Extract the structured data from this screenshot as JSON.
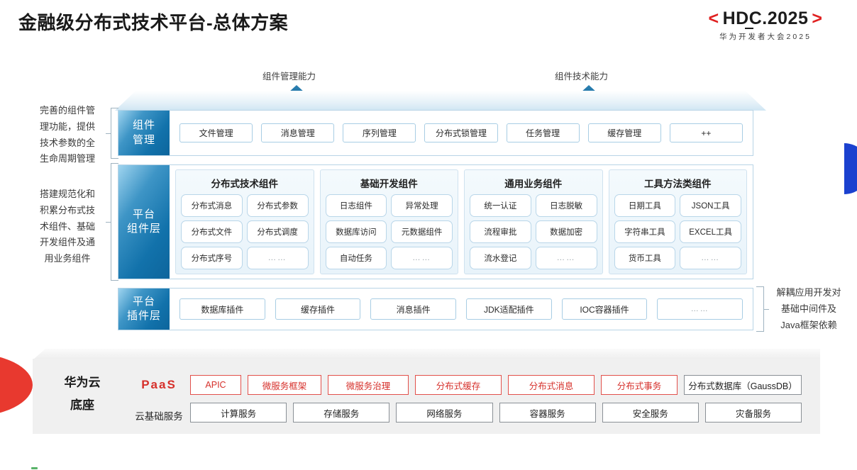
{
  "header": {
    "title": "金融级分布式技术平台-总体方案",
    "logo_bracket_left": "<",
    "logo_bracket_right": ">",
    "logo_text": "HDC.2025",
    "logo_sub": "华为开发者大会2025",
    "accent_red": "#e02020"
  },
  "arrows": {
    "left_label": "组件管理能力",
    "right_label": "组件技术能力"
  },
  "side_notes": {
    "left_top": "完善的组件管理功能，提供技术参数的全生命周期管理",
    "left_top_lines": [
      "完善的组件管",
      "理功能，提供",
      "技术参数的全",
      "生命周期管理"
    ],
    "left_bottom_lines": [
      "搭建规范化和",
      "积累分布式技",
      "术组件、基础",
      "开发组件及通",
      "用业务组件"
    ],
    "right_lines": [
      "解耦应用开发对",
      "基础中间件及",
      "Java框架依赖"
    ]
  },
  "layers": {
    "management": {
      "label_lines": [
        "组件",
        "管理"
      ],
      "chips": [
        "文件管理",
        "消息管理",
        "序列管理",
        "分布式锁管理",
        "任务管理",
        "缓存管理",
        "++"
      ]
    },
    "component": {
      "label_lines": [
        "平台",
        "组件层"
      ],
      "groups": [
        {
          "title": "分布式技术组件",
          "items": [
            "分布式消息",
            "分布式参数",
            "分布式文件",
            "分布式调度",
            "分布式序号",
            "……"
          ]
        },
        {
          "title": "基础开发组件",
          "items": [
            "日志组件",
            "异常处理",
            "数据库访问",
            "元数据组件",
            "自动任务",
            "……"
          ]
        },
        {
          "title": "通用业务组件",
          "items": [
            "统一认证",
            "日志脱敏",
            "流程审批",
            "数据加密",
            "流水登记",
            "……"
          ]
        },
        {
          "title": "工具方法类组件",
          "items": [
            "日期工具",
            "JSON工具",
            "字符串工具",
            "EXCEL工具",
            "货币工具",
            "……"
          ]
        }
      ]
    },
    "plugin": {
      "label_lines": [
        "平台",
        "插件层"
      ],
      "chips": [
        "数据库插件",
        "缓存插件",
        "消息插件",
        "JDK适配插件",
        "IOC容器插件",
        "……"
      ]
    }
  },
  "base": {
    "title_lines": [
      "华为云",
      "底座"
    ],
    "paas_label": "PaaS",
    "infra_label": "云基础服务",
    "paas_items": [
      {
        "text": "APIC",
        "style": "red"
      },
      {
        "text": "微服务框架",
        "style": "red"
      },
      {
        "text": "微服务治理",
        "style": "red"
      },
      {
        "text": "分布式缓存",
        "style": "red"
      },
      {
        "text": "分布式消息",
        "style": "red"
      },
      {
        "text": "分布式事务",
        "style": "red"
      },
      {
        "text": "分布式数据库（GaussDB）",
        "style": "gray"
      }
    ],
    "infra_items": [
      "计算服务",
      "存储服务",
      "网络服务",
      "容器服务",
      "安全服务",
      "灾备服务"
    ],
    "paas_accent": "#d6302b"
  },
  "theme": {
    "layer_label_blue": "#1272ab",
    "chip_border": "#a8cde4",
    "base_bg": "#f0f0f0",
    "arrow_blue": "#1a6fa3",
    "red_wedge": "#e8392f",
    "blue_arc": "#1b41cf"
  }
}
